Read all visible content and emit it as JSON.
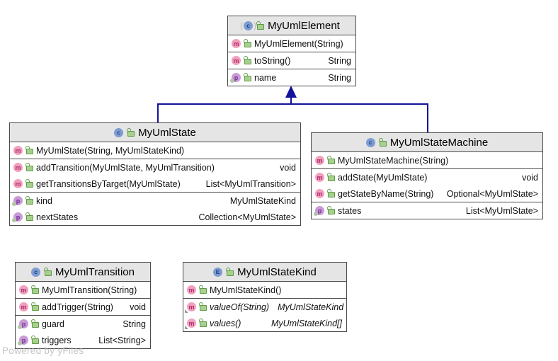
{
  "watermark": "Powered by yFiles",
  "icons": {
    "class_glyph": "c",
    "enum_glyph": "E",
    "method_glyph": "m",
    "property_glyph": "p"
  },
  "colors": {
    "edge": "#12129a",
    "header": "#e5e5e5",
    "border": "#4a4a4a",
    "methodbg": "#f2a0be",
    "methodfg": "#ab2e6e",
    "propbg": "#c99bd6",
    "propfg": "#6e2a92",
    "typebg": "#7e9cd4",
    "typefg": "#1e3c70",
    "lockbody": "#a9cf8f",
    "lockline": "#5d9b44",
    "wmark": "#c6c6c6"
  },
  "classes": {
    "element": {
      "title": "MyUmlElement",
      "members": [
        {
          "label": "MyUmlElement(String)",
          "type": ""
        },
        {
          "label": "toString()",
          "type": "String"
        },
        {
          "label": "name",
          "type": "String"
        }
      ]
    },
    "state": {
      "title": "MyUmlState",
      "members": [
        {
          "label": "MyUmlState(String, MyUmlStateKind)",
          "type": ""
        },
        {
          "label": "addTransition(MyUmlState, MyUmlTransition)",
          "type": "void"
        },
        {
          "label": "getTransitionsByTarget(MyUmlState)",
          "type": "List<MyUmlTransition>"
        },
        {
          "label": "kind",
          "type": "MyUmlStateKind"
        },
        {
          "label": "nextStates",
          "type": "Collection<MyUmlState>"
        }
      ]
    },
    "machine": {
      "title": "MyUmlStateMachine",
      "members": [
        {
          "label": "MyUmlStateMachine(String)",
          "type": ""
        },
        {
          "label": "addState(MyUmlState)",
          "type": "void"
        },
        {
          "label": "getStateByName(String)",
          "type": "Optional<MyUmlState>"
        },
        {
          "label": "states",
          "type": "List<MyUmlState>"
        }
      ]
    },
    "transition": {
      "title": "MyUmlTransition",
      "members": [
        {
          "label": "MyUmlTransition(String)",
          "type": ""
        },
        {
          "label": "addTrigger(String)",
          "type": "void"
        },
        {
          "label": "guard",
          "type": "String"
        },
        {
          "label": "triggers",
          "type": "List<String>"
        }
      ]
    },
    "kind": {
      "title": "MyUmlStateKind",
      "members": [
        {
          "label": "MyUmlStateKind()",
          "type": ""
        },
        {
          "label": "valueOf(String)",
          "type": "MyUmlStateKind"
        },
        {
          "label": "values()",
          "type": "MyUmlStateKind[]"
        }
      ]
    }
  }
}
